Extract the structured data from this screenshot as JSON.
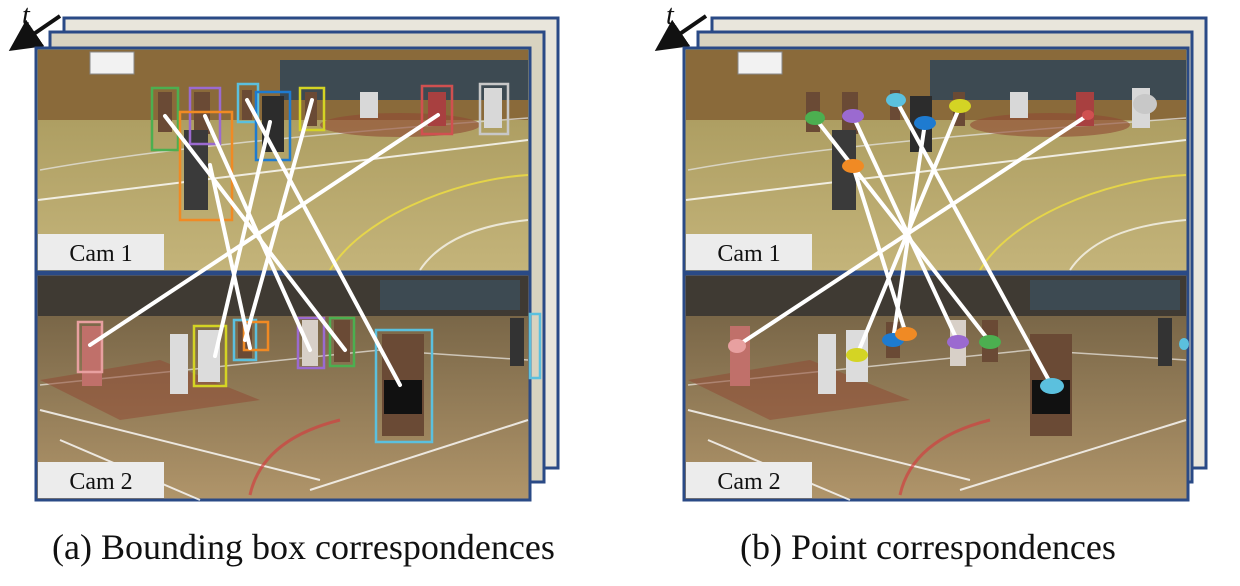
{
  "time_label": "t",
  "panels": [
    {
      "id": "a",
      "cam_labels": [
        "Cam 1",
        "Cam 2"
      ],
      "caption": "(a) Bounding box correspondences"
    },
    {
      "id": "b",
      "cam_labels": [
        "Cam 1",
        "Cam 2"
      ],
      "caption": "(b) Point correspondences"
    }
  ],
  "colors": {
    "frame_border": "#2a4a86",
    "line": "#ffffff",
    "floor": "#b9a86f",
    "floor_far": "#9c8c54",
    "wall": "#8a6a3a",
    "window": "#3d4a52",
    "cam2_bg": "#3f3a33",
    "cam2_floor": "#a38758",
    "key_area": "#8f4a34",
    "label_bg": "#ececec",
    "player_colors": [
      "#4caf50",
      "#9b6ad0",
      "#f08a24",
      "#5bc0de",
      "#1e7bd0",
      "#d4d424",
      "#d05050",
      "#c8c8c8",
      "#e8a0a0"
    ]
  }
}
